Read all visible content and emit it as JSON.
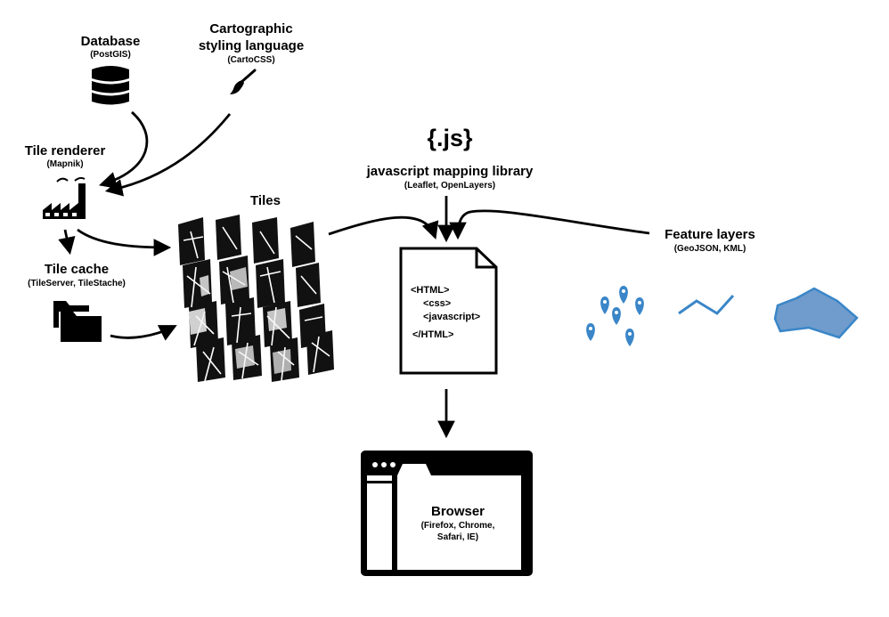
{
  "database": {
    "title": "Database",
    "subtitle": "(PostGIS)",
    "icon": "database-icon"
  },
  "styling": {
    "title_line1": "Cartographic",
    "title_line2": "styling language",
    "subtitle": "(CartoCSS)",
    "icon": "paintbrush-icon"
  },
  "renderer": {
    "title": "Tile renderer",
    "subtitle": "(Mapnik)",
    "icon": "factory-icon"
  },
  "cache": {
    "title": "Tile cache",
    "subtitle": "(TileServer, TileStache)",
    "icon": "folders-icon"
  },
  "tiles": {
    "title": "Tiles",
    "icon": "map-tiles-icon"
  },
  "jslib": {
    "logo": "{.js}",
    "title": "javascript mapping library",
    "subtitle": "(Leaflet, OpenLayers)"
  },
  "document": {
    "icon": "document-icon",
    "code_lines": [
      "<HTML>",
      "<css>",
      "<javascript>",
      "</HTML>"
    ]
  },
  "features": {
    "title": "Feature layers",
    "subtitle": "(GeoJSON, KML)",
    "icons": [
      "map-pins-icon",
      "polyline-icon",
      "polygon-icon"
    ],
    "color": "#3a86c8",
    "fill_color": "#6f9ccc"
  },
  "browser": {
    "title": "Browser",
    "subtitle_lines": [
      "(Firefox, Chrome,",
      "Safari, IE)"
    ],
    "icon": "browser-window-icon"
  }
}
